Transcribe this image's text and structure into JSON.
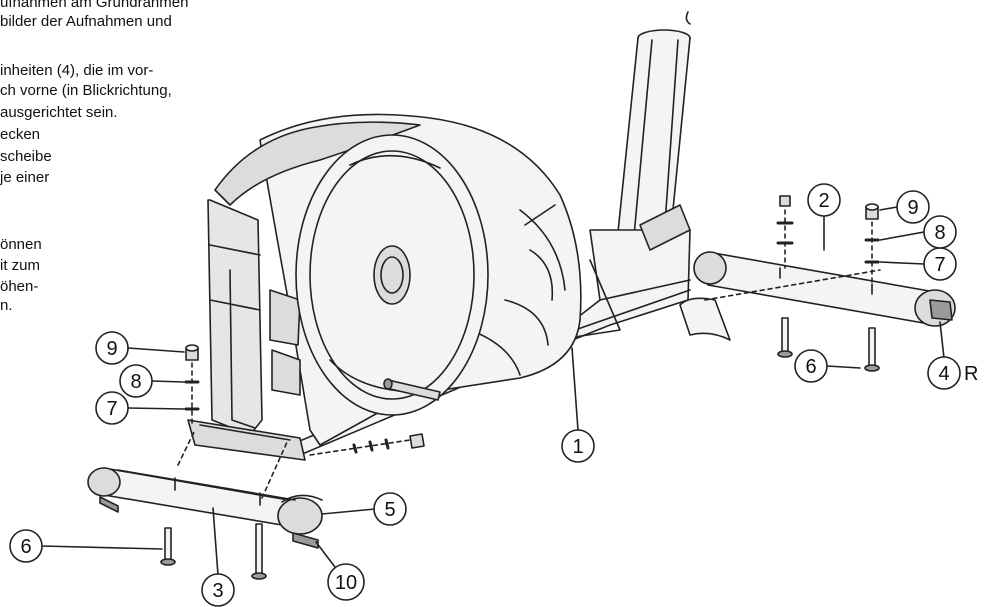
{
  "text_block": {
    "lines": [
      "ufnahmen am Grundrahmen",
      "bilder der Aufnahmen und",
      "",
      "inheiten (4), die im vor-",
      "ch vorne (in Blickrichtung,",
      "ausgerichtet sein.",
      "ecken",
      "scheibe",
      "je einer",
      "",
      "önnen",
      "it zum",
      "öhen-",
      "n."
    ]
  },
  "callouts": {
    "frame": "1",
    "rear_stabilizer": "2",
    "front_stabilizer": "3",
    "end_cap_right": "4",
    "end_cap_right_suffix": "R",
    "front_end_cap": "5",
    "bolt_left": "6",
    "bolt_right": "6",
    "washer_left": "7",
    "washer_right": "7",
    "spring_washer_left": "8",
    "spring_washer_right": "8",
    "nut_left": "9",
    "nut_right": "9",
    "adjuster_foot": "10"
  },
  "colors": {
    "stroke": "#222222",
    "fill_light": "#f4f4f4",
    "fill_mid": "#dcdcdc",
    "fill_dark": "#9a9a9a",
    "background": "#ffffff"
  }
}
